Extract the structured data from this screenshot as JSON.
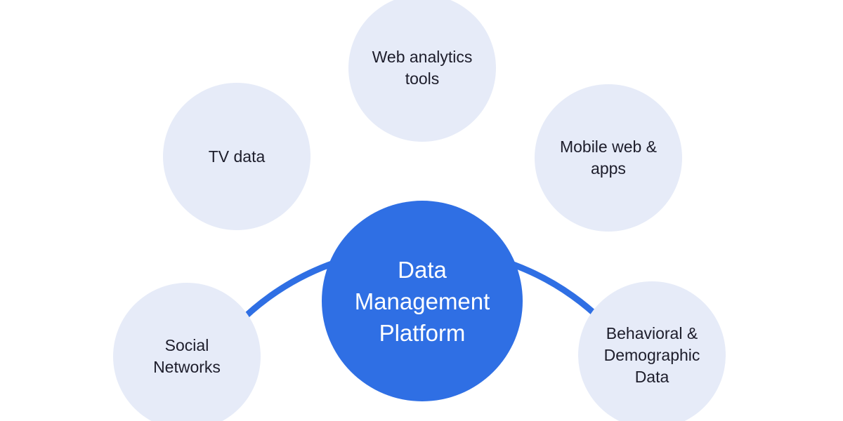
{
  "diagram": {
    "hub": {
      "label": "Data\nManagement\nPlatform"
    },
    "nodes": {
      "web_analytics": {
        "label": "Web analytics\ntools"
      },
      "mobile": {
        "label": "Mobile web &\napps"
      },
      "tv": {
        "label": "TV data"
      },
      "social": {
        "label": "Social\nNetworks"
      },
      "behavioral": {
        "label": "Behavioral &\nDemographic\nData"
      }
    },
    "colors": {
      "ring": "#2f6fe4",
      "hub_fill": "#2f6fe4",
      "node_fill": "#e6ebf8",
      "node_text": "#1d1d2b",
      "hub_text": "#ffffff"
    }
  }
}
